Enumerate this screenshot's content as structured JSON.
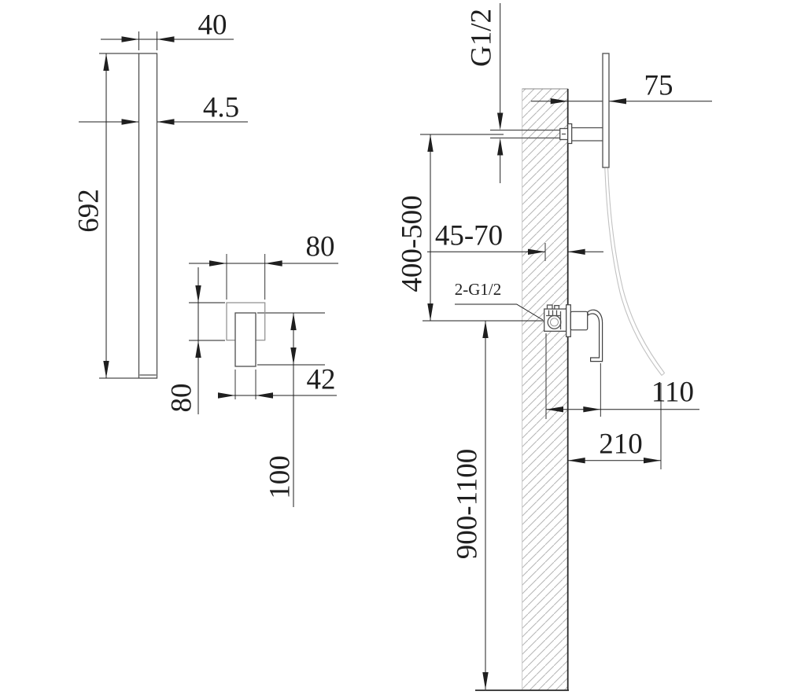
{
  "drawing_type": "faucet installation dimension drawing",
  "palette": {
    "dimension_line": "#1f1f1f",
    "object_line": "#4f4f4f",
    "light_object_line": "#949494",
    "hatch_line": "#b5b5b5",
    "water_stream_line": "#c2c2c2",
    "background": "#ffffff"
  },
  "spout_panel": {
    "width": "40",
    "thickness": "4.5",
    "length": "692"
  },
  "handle_front": {
    "plate_width": "80",
    "plate_height": "80",
    "lever_width": "42",
    "lever_length": "100"
  },
  "installation": {
    "inlet_thread": "G1/2",
    "plate_to_wall": "75",
    "inlet_height_range": "400-500",
    "rough_in_depth_range": "45-70",
    "valve_connections": "2-G1/2",
    "trim_depth": "110",
    "spout_reach": "210",
    "valve_mounting_height_range": "900-1100"
  }
}
